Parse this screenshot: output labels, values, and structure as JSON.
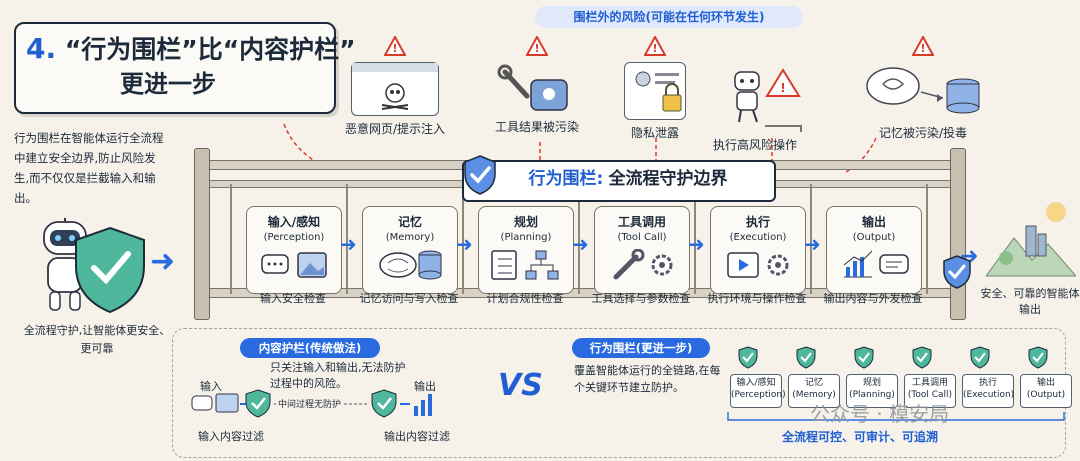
{
  "title": {
    "number": "4.",
    "line1": "“行为围栏”比“内容护栏”",
    "line2": "更进一步"
  },
  "intro": "行为围栏在智能体运行全流程中建立安全边界,防止风险发生,而不仅仅是拦截输入和输出。",
  "risks": {
    "header": "围栏外的风险(可能在任何环节发生)",
    "items": [
      {
        "label": "恶意网页/提示注入",
        "icon": "skull-webpage-icon"
      },
      {
        "label": "工具结果被污染",
        "icon": "poisoned-tool-icon"
      },
      {
        "label": "隐私泄露",
        "icon": "privacy-lock-icon"
      },
      {
        "label": "执行高风险操作",
        "icon": "robot-cliff-icon"
      },
      {
        "label": "记忆被污染/投毒",
        "icon": "poisoned-memory-icon"
      }
    ]
  },
  "fence": {
    "title_blue": "行为围栏:",
    "title_black": "全流程守护边界"
  },
  "stages": [
    {
      "name": "输入/感知",
      "en": "(Perception)",
      "check": "输入安全检查"
    },
    {
      "name": "记忆",
      "en": "(Memory)",
      "check": "记忆访问与写入检查"
    },
    {
      "name": "规划",
      "en": "(Planning)",
      "check": "计划合规性检查"
    },
    {
      "name": "工具调用",
      "en": "(Tool Call)",
      "check": "工具选择与参数检查"
    },
    {
      "name": "执行",
      "en": "(Execution)",
      "check": "执行环境与操作检查"
    },
    {
      "name": "输出",
      "en": "(Output)",
      "check": "输出内容与外发检查"
    }
  ],
  "left_caption": "全流程守护,让智能体更安全、更可靠",
  "output_text": "安全、可靠的智能体输出",
  "content_guard": {
    "pill": "内容护栏(传统做法)",
    "note": "只关注输入和输出,无法防护过程中的风险。",
    "input_label": "输入",
    "output_label": "输出",
    "middle": "中间过程无防护",
    "input_filter": "输入内容过滤",
    "output_filter": "输出内容过滤"
  },
  "vs": "VS",
  "behavior_guard": {
    "pill": "行为围栏(更进一步)",
    "note": "覆盖智能体运行的全链路,在每个关键环节建立防护。",
    "mini_stages": [
      {
        "name": "输入/感知",
        "en": "(Perception)"
      },
      {
        "name": "记忆",
        "en": "(Memory)"
      },
      {
        "name": "规划",
        "en": "(Planning)"
      },
      {
        "name": "工具调用",
        "en": "(Tool Call)"
      },
      {
        "name": "执行",
        "en": "(Execution)"
      },
      {
        "name": "输出",
        "en": "(Output)"
      }
    ],
    "caption": "全流程可控、可审计、可追溯"
  },
  "watermark": "公众号 · 模安局",
  "colors": {
    "accent": "#1f5fd1",
    "shield": "#3aa58c",
    "warning": "#d93b2b"
  }
}
